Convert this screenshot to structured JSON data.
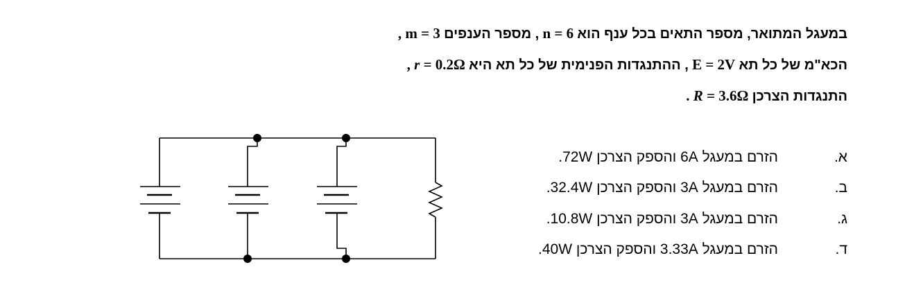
{
  "question": {
    "line1": {
      "p1": "במעגל המתואר, מספר התאים בכל ענף הוא",
      "p2": "n = 6",
      "p3": ", מספר הענפים",
      "p4": "m = 3",
      "p5": ","
    },
    "line2": {
      "p1": "הכא\"מ של כל תא",
      "p2": "E = 2V",
      "p3": ", ההתנגדות הפנימית של כל תא היא",
      "p4": "r",
      "p5": "= 0.2Ω",
      "p6": ","
    },
    "line3": {
      "p1": "התנגדות הצרכן",
      "p2": "R",
      "p3": "= 3.6Ω",
      "p4": "."
    }
  },
  "options": [
    {
      "letter": "א.",
      "text": "הזרם במעגל 6A והספק הצרכן 72W."
    },
    {
      "letter": "ב.",
      "text": "הזרם במעגל 3A והספק הצרכן 32.4W."
    },
    {
      "letter": "ג.",
      "text": "הזרם במעגל 3A והספק הצרכן 10.8W."
    },
    {
      "letter": "ד.",
      "text": "הזרם במעגל 3.33A והספק הצרכן 40W."
    }
  ]
}
